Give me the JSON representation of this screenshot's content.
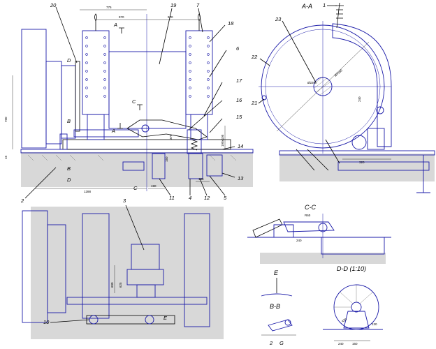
{
  "section_titles": {
    "aa": "A-A",
    "cc": "C-C",
    "bb": "B-B",
    "dd": "D-D (1:10)",
    "e": "E"
  },
  "section_markers": {
    "a_top": "A",
    "a_bottom": "A",
    "c_top": "C",
    "c_bottom": "C",
    "b_top": "B",
    "b_bottom": "B",
    "d_top": "D",
    "d_bottom": "D",
    "e_plan": "E",
    "g_mark": "G",
    "z_mark": "2"
  },
  "part_numbers": {
    "p1": "1",
    "p2": "2",
    "p3": "3",
    "p4": "4",
    "p5": "5",
    "p6": "6",
    "p7": "7",
    "p10": "10",
    "p11": "11",
    "p12": "12",
    "p13": "13",
    "p14": "14",
    "p15": "15",
    "p16": "16",
    "p17": "17",
    "p18": "18",
    "p19": "19",
    "p20": "20",
    "p21": "21",
    "p22": "22",
    "p23": "23"
  },
  "dimensions": {
    "d775": "775",
    "d970a": "970",
    "d970b": "970",
    "d750": "750",
    "d15": "15",
    "d1288": "1288",
    "d190": "190",
    "d150": "150",
    "d185": "185",
    "d370": "370",
    "d190x105": "190x105",
    "d320": "320",
    "d240": "240",
    "d3160": "Ø3160",
    "d220": "Ø220h",
    "d245": "240",
    "d600": "600",
    "d625": "625",
    "d240dd": "240",
    "d160dd": "160",
    "d420": "420",
    "d60": "R60",
    "d130": "130"
  }
}
